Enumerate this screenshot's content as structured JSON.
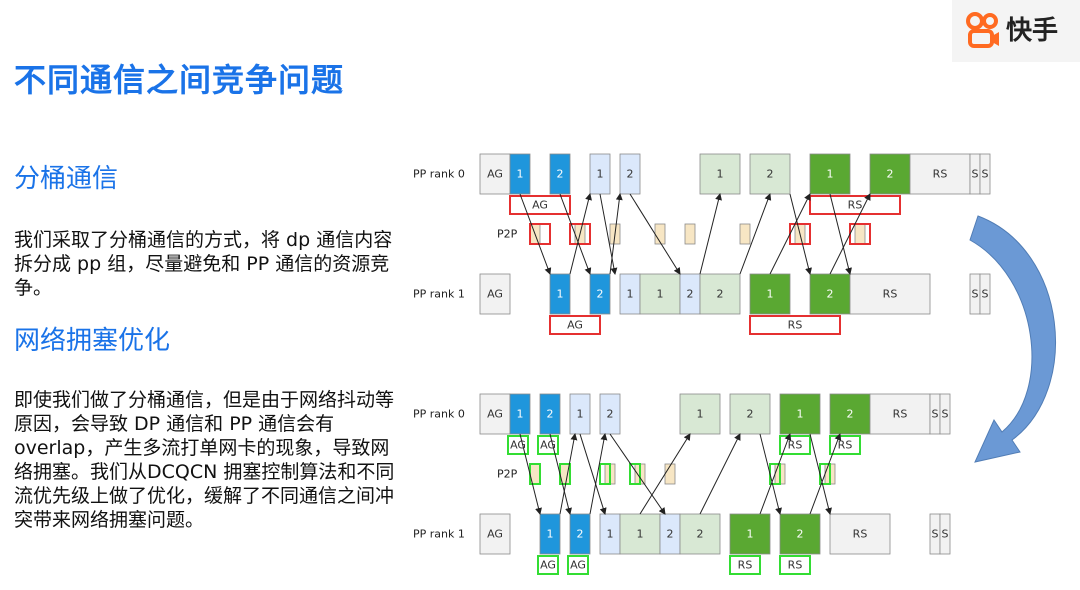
{
  "header": {
    "title": "不同通信之间竞争问题",
    "logo_text": "快手",
    "brand_color": "#ff6a21"
  },
  "sections": [
    {
      "title": "分桶通信",
      "paragraph": "我们采取了分桶通信的方式，将 dp 通信内容拆分成 pp 组，尽量避免和 PP 通信的资源竞争。"
    },
    {
      "title": "网络拥塞优化",
      "paragraph": "即使我们做了分桶通信，但是由于网络抖动等原因，会导致 DP 通信和 PP 通信会有 overlap，产生多流打单网卡的现象，导致网络拥塞。我们从DCQCN 拥塞控制算法和不同流优先级上做了优化，缓解了不同通信之间冲突带来网络拥塞问题。"
    }
  ],
  "diagram": {
    "row_labels": {
      "rank0": "PP rank 0",
      "p2p": "P2P",
      "rank1": "PP rank 1"
    },
    "block_labels": {
      "ag": "AG",
      "rs": "RS",
      "s": "S",
      "one": "1",
      "two": "2"
    },
    "colors": {
      "blue": "#1f96dc",
      "light_blue": "#dbe8fb",
      "light_green": "#d8e8d4",
      "green": "#5aa832",
      "gray": "#f2f2f2",
      "p2p": "#f7e6c4",
      "red": "#e53030",
      "bright_green": "#33dd33",
      "arrow": "#5b8fd1"
    }
  }
}
